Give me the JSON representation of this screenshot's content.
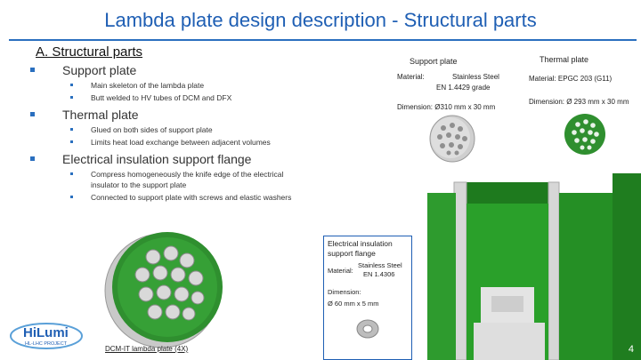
{
  "title": "Lambda plate design description - Structural parts",
  "section_heading": "A. Structural parts",
  "bullets": [
    {
      "label": "Support plate",
      "subs": [
        "Main skeleton of the lambda plate",
        "Butt welded to HV tubes of DCM and DFX"
      ]
    },
    {
      "label": "Thermal plate",
      "subs": [
        "Glued on both sides of support plate",
        "Limits heat load exchange between adjacent volumes"
      ]
    },
    {
      "label": "Electrical insulation support flange",
      "subs": [
        "Compress homogeneously the knife edge of the electrical",
        "insulator to the support plate",
        "Connected to support plate with screws and elastic washers"
      ]
    }
  ],
  "support_plate": {
    "title": "Support plate",
    "material_label": "Material:",
    "material_line1": "Stainless Steel",
    "material_line2": "EN 1.4429 grade",
    "dimension": "Dimension:  Ø310 mm x 30 mm"
  },
  "thermal_plate": {
    "title": "Thermal plate",
    "material": "Material:  EPGC 203 (G11)",
    "dimension": "Dimension:  Ø 293 mm x 30 mm"
  },
  "insulation_box": {
    "title1": "Electrical insulation",
    "title2": "support flange",
    "material_label": "Material:",
    "material_line1": "Stainless Steel",
    "material_line2": "EN 1.4306",
    "dimension_label": "Dimension:",
    "dimension_value": "Ø 60 mm x 5 mm"
  },
  "caption": "DCM-IT lambda plate (4X)",
  "logo": {
    "text": "HiLumi",
    "subtext": "HL-LHC PROJECT"
  },
  "page_number": "4",
  "colors": {
    "accent": "#1f5fb4",
    "plate_green": "#2f9e2f",
    "dark_green": "#1c6b1c",
    "steel": "#c8c8c8"
  }
}
